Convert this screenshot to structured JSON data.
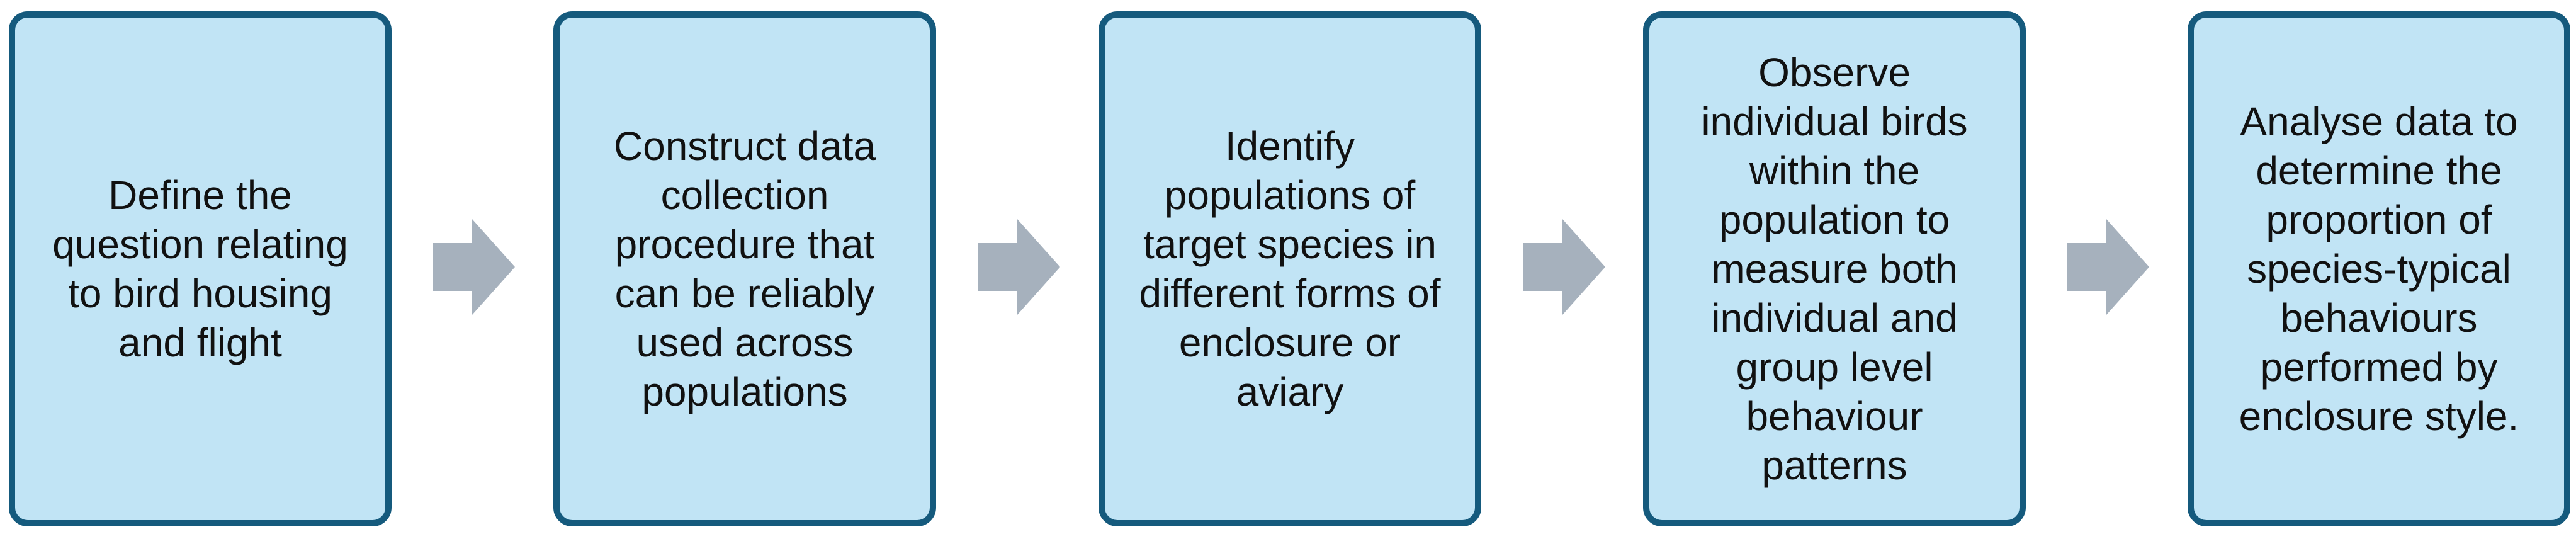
{
  "steps": [
    {
      "text": "Define the question relating to bird housing and flight"
    },
    {
      "text": "Construct data collection procedure that can be reliably used across populations"
    },
    {
      "text": "Identify populations of target species in different forms of enclosure or aviary"
    },
    {
      "text": "Observe individual birds within the population to measure both individual and group level behaviour patterns"
    },
    {
      "text": "Analyse data to determine the proportion of species-typical behaviours performed by enclosure style."
    }
  ],
  "colors": {
    "box_fill": "#c1e4f5",
    "box_border": "#155a7d",
    "arrow": "#a6b1bd",
    "text": "#111111"
  },
  "icons": {
    "connector": "right-arrow-icon"
  }
}
